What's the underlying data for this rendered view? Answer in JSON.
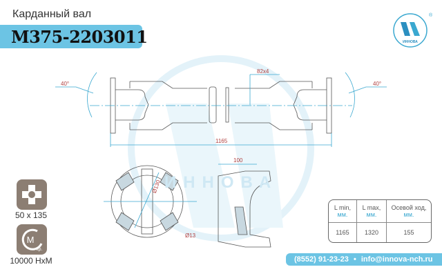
{
  "header": {
    "subtitle": "Карданный вал",
    "title": "М375-2203011"
  },
  "logo": {
    "text": "ИННОВА",
    "registered": "®"
  },
  "specs": [
    {
      "icon": "flange-cross-icon",
      "label": "50 x 135"
    },
    {
      "icon": "torque-icon",
      "icon_text": "М",
      "icon_sub": "кр.",
      "label": "10000 НхМ"
    }
  ],
  "drawing": {
    "angle_left": "40°",
    "angle_right": "40°",
    "spline": "82x4",
    "length": "1165",
    "diameter": "Ø130",
    "hole": "Ø13",
    "depth": "100"
  },
  "table": {
    "headers": [
      {
        "text": "L min,",
        "unit": "мм."
      },
      {
        "text": "L max,",
        "unit": "мм."
      },
      {
        "text": "Осевой ход,",
        "unit": "мм."
      }
    ],
    "values": [
      "1165",
      "1320",
      "155"
    ]
  },
  "footer": {
    "phone": "(8552) 91-23-23",
    "sep": "•",
    "email": "info@innova-nch.ru"
  },
  "colors": {
    "accent": "#6cc4e4",
    "icon_bg": "#8c7e73",
    "dim": "#b04040"
  }
}
